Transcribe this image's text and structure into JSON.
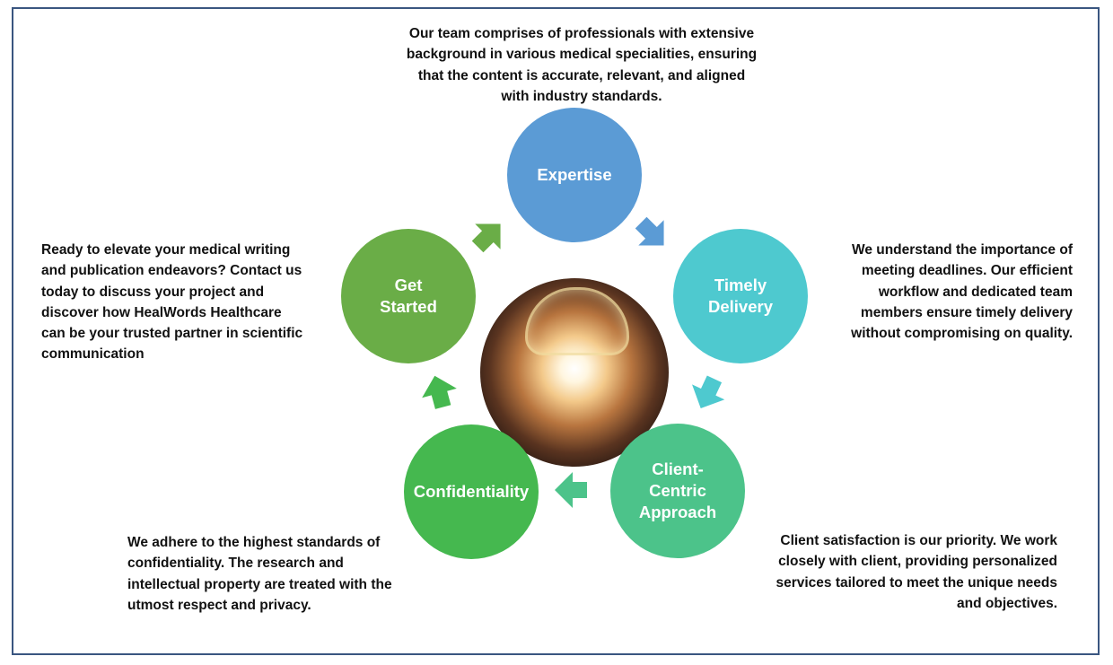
{
  "colors": {
    "expertise": "#5b9bd5",
    "timely": "#4ec9cf",
    "client": "#4cc38a",
    "confidentiality": "#45b84f",
    "get_started": "#6aad47",
    "frame": "#3a5680"
  },
  "nodes": {
    "expertise": {
      "lines": [
        "Expertise"
      ]
    },
    "timely": {
      "lines": [
        "Timely",
        "Delivery"
      ]
    },
    "client": {
      "lines": [
        "Client-",
        "Centric",
        "Approach"
      ]
    },
    "confidentiality": {
      "lines": [
        "Confidentiality"
      ]
    },
    "get_started": {
      "lines": [
        "Get",
        "Started"
      ]
    }
  },
  "descriptions": {
    "expertise": [
      "Our team comprises of professionals with extensive",
      "background in various medical specialities, ensuring",
      "that the content is accurate, relevant, and aligned",
      "with industry standards."
    ],
    "timely": [
      "We understand the importance of",
      "meeting deadlines. Our efficient",
      "workflow and dedicated team",
      "members ensure timely delivery",
      "without compromising on quality."
    ],
    "client": [
      "Client satisfaction is our priority. We work",
      "closely with client, providing personalized",
      "services tailored to meet the unique needs",
      "and objectives."
    ],
    "confidentiality": [
      "We adhere to the highest standards of",
      "confidentiality. The research and",
      "intellectual property are treated with the",
      "utmost respect and privacy."
    ],
    "get_started": [
      "Ready to elevate your medical writing",
      "and publication endeavors? Contact us",
      "today to discuss your project and",
      "discover how HealWords Healthcare",
      "can be your trusted partner in scientific",
      "communication"
    ]
  }
}
